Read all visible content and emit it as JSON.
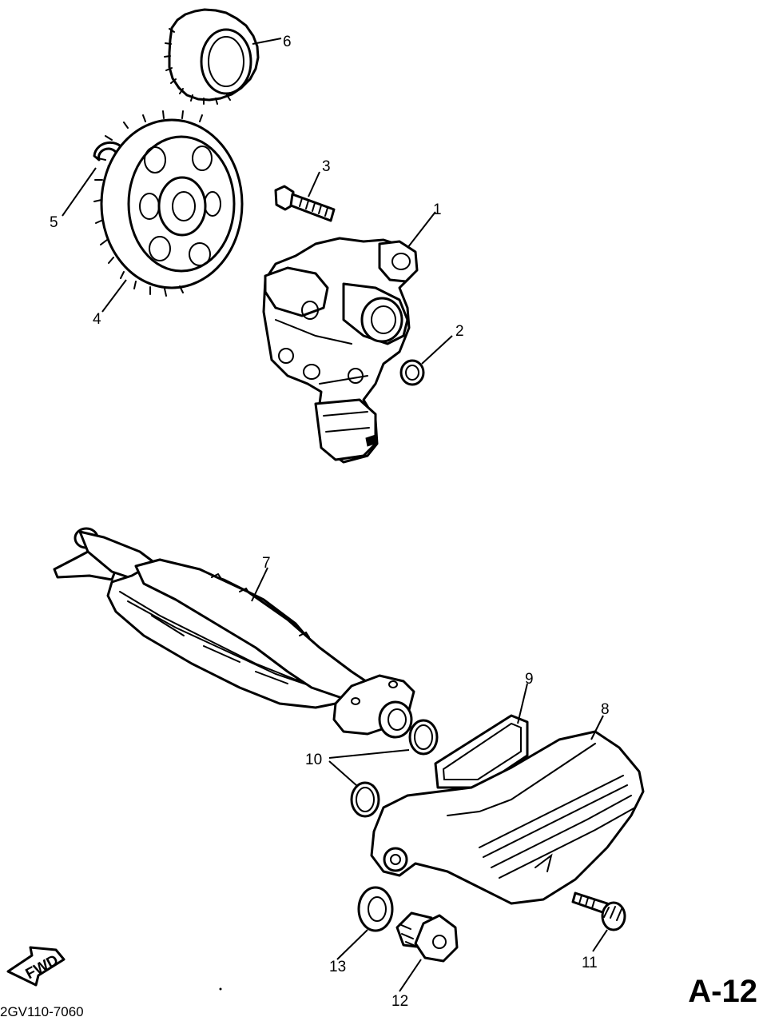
{
  "sheet_id": "A-12",
  "doc_code": "2GV110-7060",
  "arrow_label": "FWD",
  "callouts": [
    "1",
    "2",
    "3",
    "4",
    "5",
    "6",
    "7",
    "8",
    "9",
    "10",
    "11",
    "12",
    "13"
  ]
}
